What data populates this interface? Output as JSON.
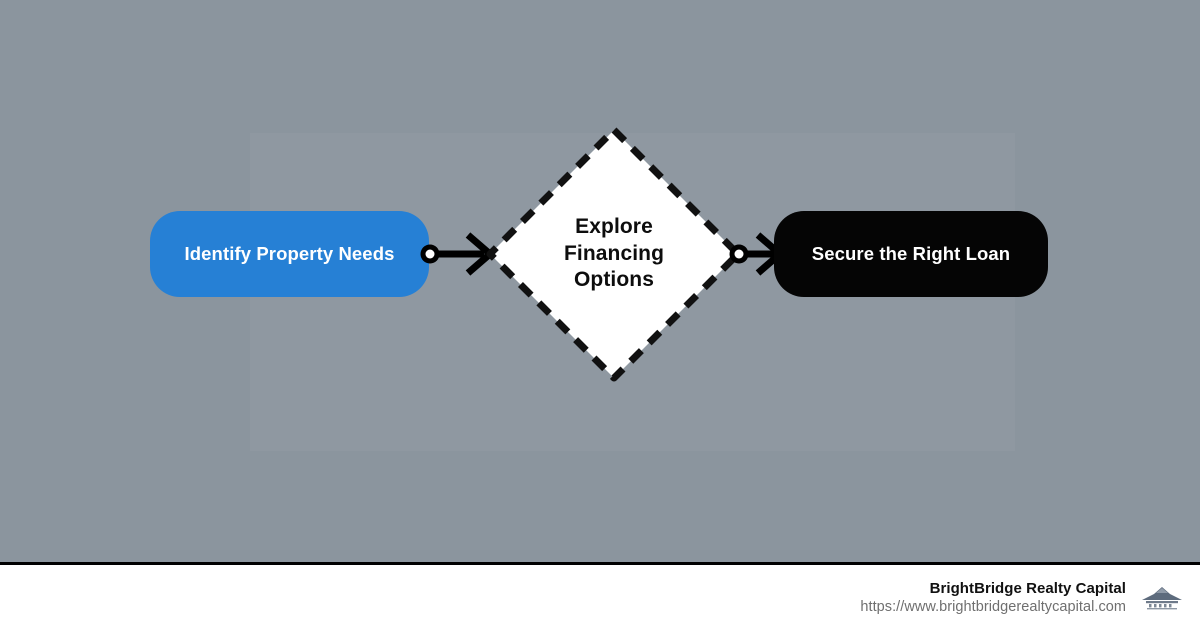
{
  "diagram": {
    "type": "flowchart",
    "orientation": "left-to-right",
    "background_color": "#8b959e",
    "nodes": [
      {
        "id": "identify-property-needs",
        "label": "Identify Property Needs",
        "shape": "rounded-rectangle",
        "fill_color": "#2680d5",
        "text_color": "#ffffff",
        "order": 1
      },
      {
        "id": "explore-financing-options",
        "label": "Explore Financing Options",
        "label_lines": [
          "Explore",
          "Financing",
          "Options"
        ],
        "shape": "diamond",
        "fill_color": "#ffffff",
        "border_style": "dashed",
        "border_color": "#111111",
        "text_color": "#0d0d0d",
        "order": 2
      },
      {
        "id": "secure-the-right-loan",
        "label": "Secure the Right Loan",
        "shape": "rounded-rectangle",
        "fill_color": "#050505",
        "text_color": "#ffffff",
        "order": 3
      }
    ],
    "connectors": [
      {
        "id": "connector-1",
        "from": "identify-property-needs",
        "to": "explore-financing-options",
        "start_marker": "circle",
        "end_marker": "open-arrow",
        "color": "#000000"
      },
      {
        "id": "connector-2",
        "from": "explore-financing-options",
        "to": "secure-the-right-loan",
        "start_marker": "circle",
        "end_marker": "open-arrow",
        "color": "#000000"
      }
    ]
  },
  "footer": {
    "brand": "BrightBridge Realty Capital",
    "url": "https://www.brightbridgerealtycapital.com",
    "logo_icon": "building-bridge-logo-icon",
    "background_color": "#ffffff",
    "border_color": "#000000"
  }
}
